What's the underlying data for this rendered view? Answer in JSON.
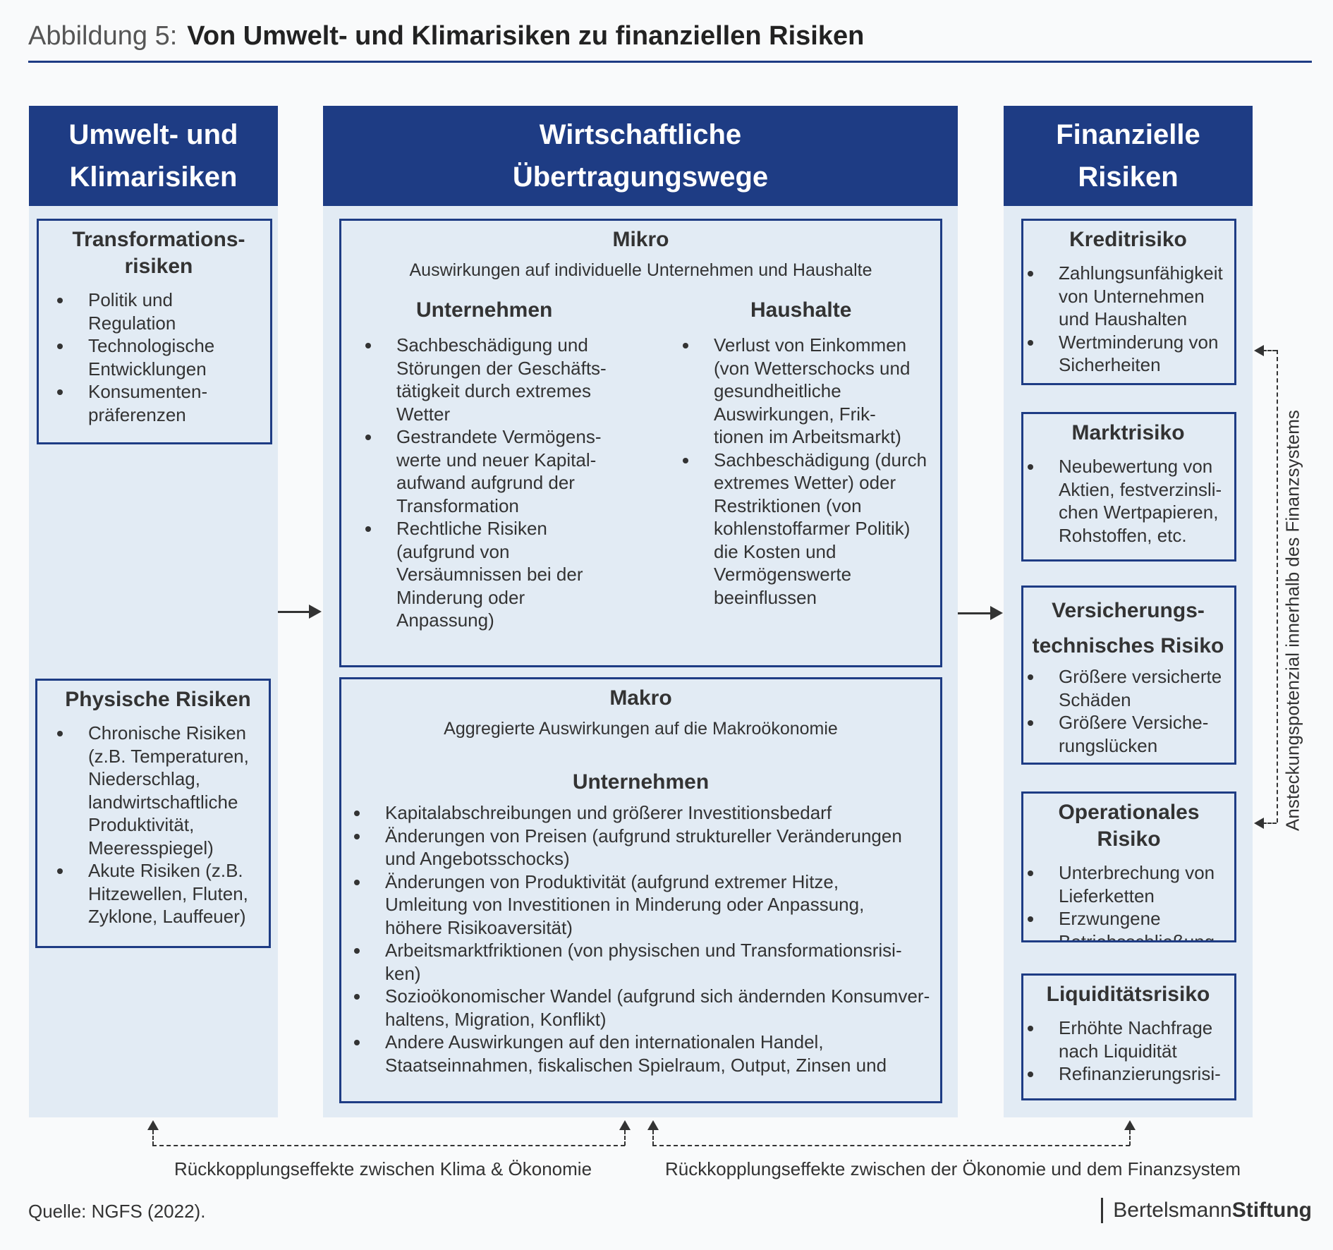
{
  "title": {
    "label": "Abbildung 5:",
    "main": "Von Umwelt- und Klimarisiken zu finanziellen Risiken"
  },
  "columns": {
    "left": {
      "heading": "Umwelt- und\nKlimarisiken",
      "boxes": [
        {
          "title": "Transformations-\nrisiken",
          "items": [
            "Politik und\nRegulation",
            "Technologische\nEntwicklungen",
            "Konsumenten-\npräferenzen"
          ]
        },
        {
          "title": "Physische Risiken",
          "items": [
            "Chronische Risiken\n(z.B. Temperaturen,\nNiederschlag,\nlandwirtschaftliche\nProduktivität,\nMeeresspiegel)",
            "Akute Risiken (z.B.\nHitzewellen, Fluten,\nZyklone, Lauffeuer)"
          ]
        }
      ]
    },
    "middle": {
      "heading": "Wirtschaftliche\nÜbertragungswege",
      "mikro": {
        "title": "Mikro",
        "subtitle": "Auswirkungen auf individuelle Unternehmen und Haushalte",
        "unternehmen": {
          "title": "Unternehmen",
          "items": [
            "Sachbeschädigung und\nStörungen der Geschäfts-\ntätigkeit durch extremes\nWetter",
            "Gestrandete Vermögens-\nwerte und neuer Kapital-\naufwand aufgrund der\nTransformation",
            "Rechtliche Risiken\n(aufgrund von\nVersäumnissen bei der\nMinderung oder\nAnpassung)"
          ]
        },
        "haushalte": {
          "title": "Haushalte",
          "items": [
            "Verlust von Einkommen\n(von Wetterschocks und\ngesundheitliche\nAuswirkungen, Frik-\ntionen im Arbeitsmarkt)",
            "Sachbeschädigung (durch\nextremes Wetter) oder\nRestriktionen (von\nkohlenstoffarmer Politik)\ndie Kosten und\nVermögenswerte\nbeeinflussen"
          ]
        }
      },
      "makro": {
        "title": "Makro",
        "subtitle": "Aggregierte Auswirkungen auf die Makroökonomie",
        "unternehmen": {
          "title": "Unternehmen",
          "items": [
            "Kapitalabschreibungen und größerer Investitionsbedarf",
            "Änderungen von Preisen (aufgrund struktureller Veränderungen\nund Angebotsschocks)",
            "Änderungen von Produktivität (aufgrund extremer Hitze,\nUmleitung von Investitionen in Minderung oder Anpassung,\nhöhere Risikoaversität)",
            "Arbeitsmarktfriktionen (von physischen und Transformationsrisi-\nken)",
            "Sozioökonomischer Wandel (aufgrund sich ändernden Konsumver-\nhaltens, Migration, Konflikt)",
            "Andere Auswirkungen auf den internationalen Handel,\nStaatseinnahmen, fiskalischen Spielraum, Output, Zinsen und"
          ]
        }
      }
    },
    "right": {
      "heading": "Finanzielle\nRisiken",
      "boxes": [
        {
          "title": "Kreditrisiko",
          "items": [
            "Zahlungsunfähigkeit\nvon Unternehmen\nund Haushalten",
            "Wertminderung von\nSicherheiten"
          ]
        },
        {
          "title": "Marktrisiko",
          "items": [
            "Neubewertung von\nAktien, festverzinsli-\nchen Wertpapieren,\nRohstoffen, etc."
          ]
        },
        {
          "title": "Versicherungs-\ntechnisches Risiko",
          "items": [
            "Größere versicherte\nSchäden",
            "Größere Versiche-\nrungslücken"
          ]
        },
        {
          "title": "Operationales Risiko",
          "items": [
            "Unterbrechung von\nLieferketten",
            "Erzwungene\nBetriebsschließung"
          ]
        },
        {
          "title": "Liquiditätsrisiko",
          "items": [
            "Erhöhte Nachfrage\nnach Liquidität",
            "Refinanzierungsrisi-"
          ]
        }
      ]
    }
  },
  "feedback": {
    "left": "Rückkopplungseffekte zwischen Klima & Ökonomie",
    "right": "Rückkopplungseffekte zwischen der Ökonomie und dem Finanzsystem",
    "vertical": "Ansteckungspotenzial innerhalb des Finanzsystems"
  },
  "source": "Quelle: NGFS (2022).",
  "logo": {
    "light": "Bertelsmann",
    "bold": "Stiftung"
  }
}
